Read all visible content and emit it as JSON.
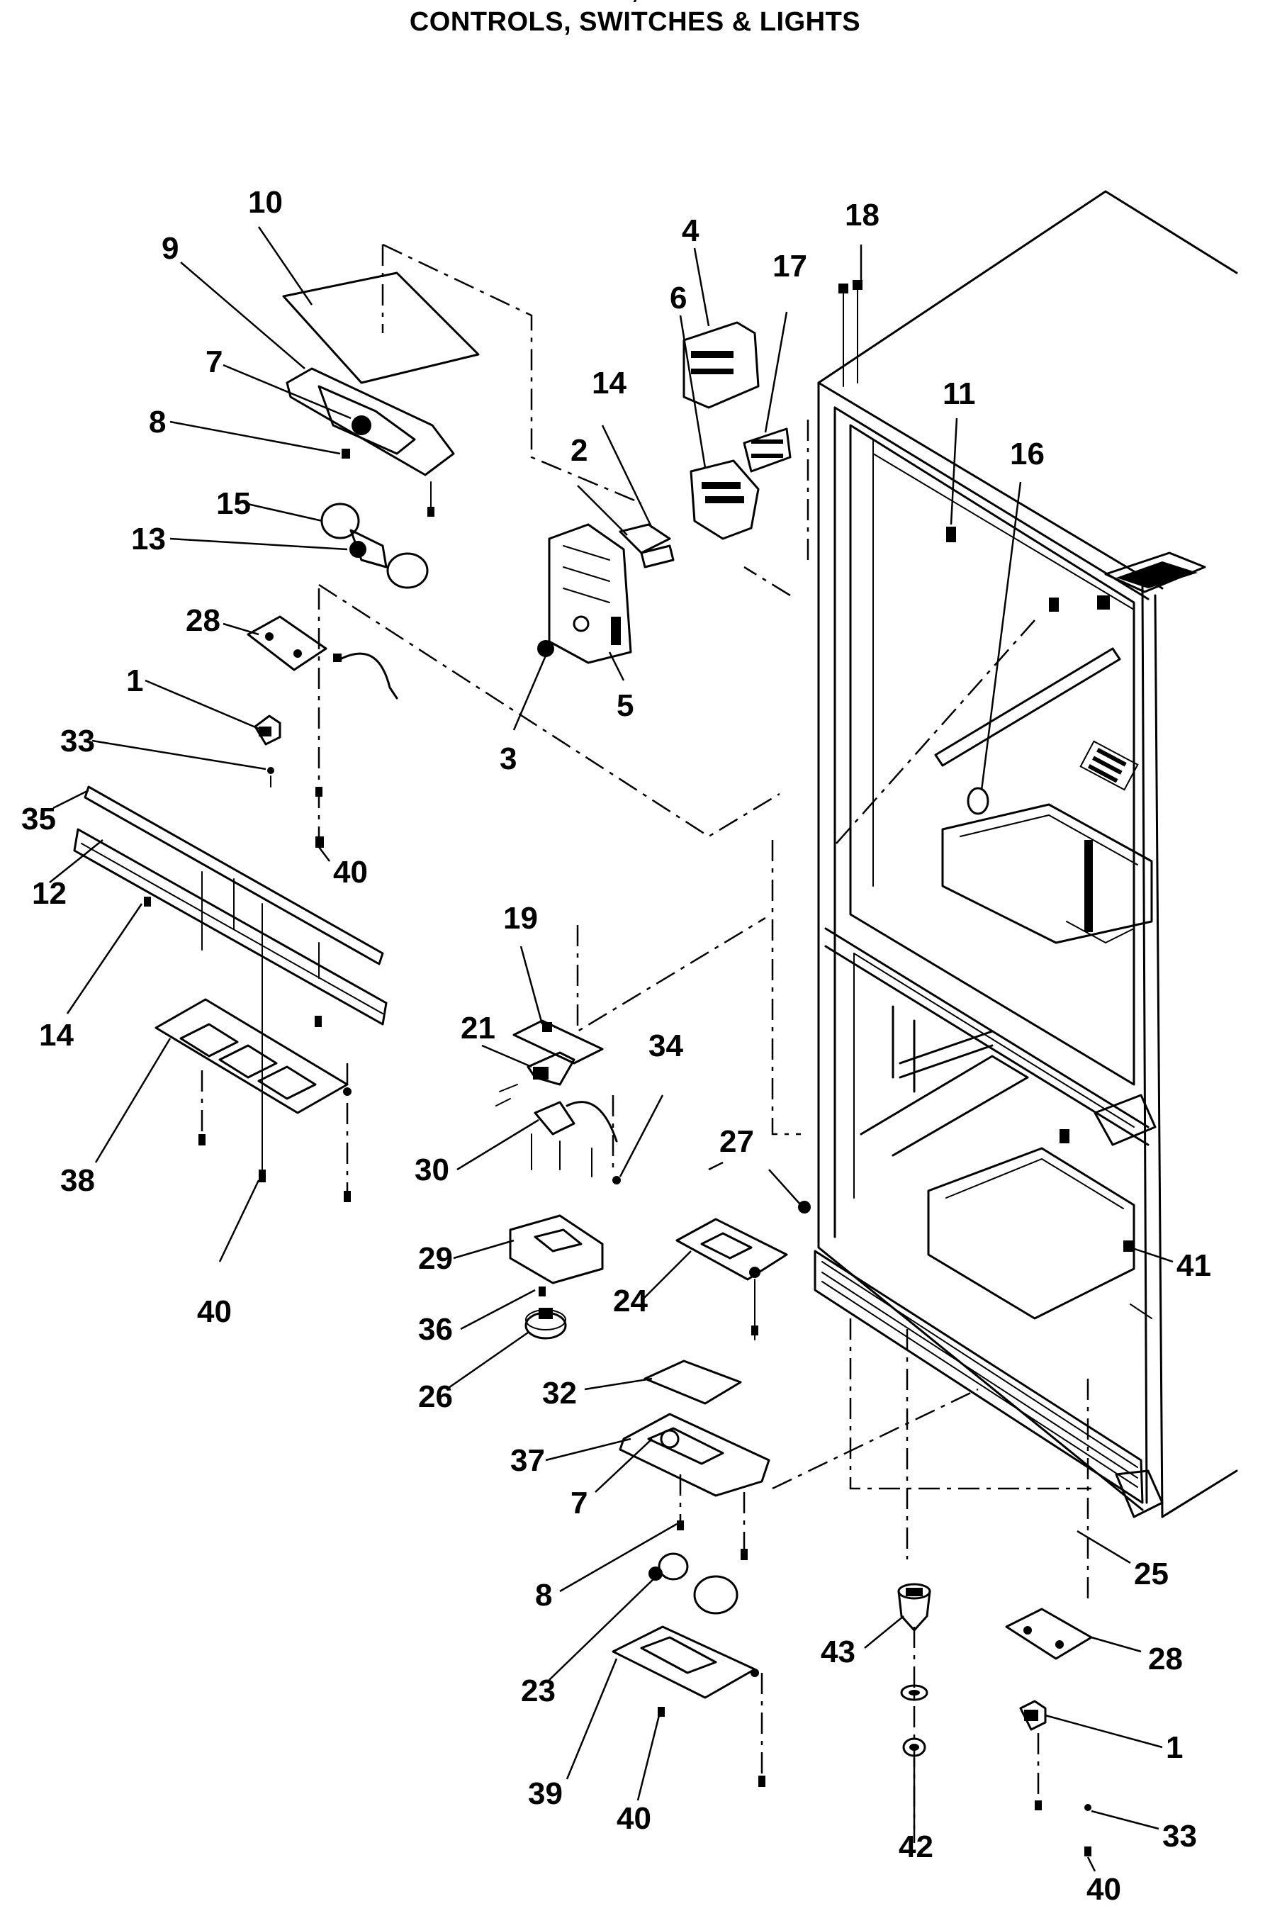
{
  "title": {
    "cut_line": ", ",
    "main": "CONTROLS, SWITCHES & LIGHTS"
  },
  "callouts": [
    {
      "id": "c10",
      "label": "10"
    },
    {
      "id": "c9",
      "label": "9"
    },
    {
      "id": "c7a",
      "label": "7"
    },
    {
      "id": "c8a",
      "label": "8"
    },
    {
      "id": "c15",
      "label": "15"
    },
    {
      "id": "c13",
      "label": "13"
    },
    {
      "id": "c28a",
      "label": "28"
    },
    {
      "id": "c1a",
      "label": "1"
    },
    {
      "id": "c33a",
      "label": "33"
    },
    {
      "id": "c35",
      "label": "35"
    },
    {
      "id": "c12",
      "label": "12"
    },
    {
      "id": "c40a",
      "label": "40"
    },
    {
      "id": "c14a",
      "label": "14"
    },
    {
      "id": "c38",
      "label": "38"
    },
    {
      "id": "c40b",
      "label": "40"
    },
    {
      "id": "c4",
      "label": "4"
    },
    {
      "id": "c6",
      "label": "6"
    },
    {
      "id": "c17",
      "label": "17"
    },
    {
      "id": "c14b",
      "label": "14"
    },
    {
      "id": "c2",
      "label": "2"
    },
    {
      "id": "c5",
      "label": "5"
    },
    {
      "id": "c3",
      "label": "3"
    },
    {
      "id": "c18",
      "label": "18"
    },
    {
      "id": "c11",
      "label": "11"
    },
    {
      "id": "c16",
      "label": "16"
    },
    {
      "id": "c19",
      "label": "19"
    },
    {
      "id": "c21",
      "label": "21"
    },
    {
      "id": "c34",
      "label": "34"
    },
    {
      "id": "c30",
      "label": "30"
    },
    {
      "id": "c27",
      "label": "27"
    },
    {
      "id": "c29",
      "label": "29"
    },
    {
      "id": "c24",
      "label": "24"
    },
    {
      "id": "c36",
      "label": "36"
    },
    {
      "id": "c26",
      "label": "26"
    },
    {
      "id": "c41",
      "label": "41"
    },
    {
      "id": "c32",
      "label": "32"
    },
    {
      "id": "c37",
      "label": "37"
    },
    {
      "id": "c7b",
      "label": "7"
    },
    {
      "id": "c25",
      "label": "25"
    },
    {
      "id": "c8b",
      "label": "8"
    },
    {
      "id": "c43",
      "label": "43"
    },
    {
      "id": "c28b",
      "label": "28"
    },
    {
      "id": "c23",
      "label": "23"
    },
    {
      "id": "c1b",
      "label": "1"
    },
    {
      "id": "c39",
      "label": "39"
    },
    {
      "id": "c40c",
      "label": "40"
    },
    {
      "id": "c33b",
      "label": "33"
    },
    {
      "id": "c42",
      "label": "42"
    },
    {
      "id": "c40d",
      "label": "40"
    }
  ]
}
